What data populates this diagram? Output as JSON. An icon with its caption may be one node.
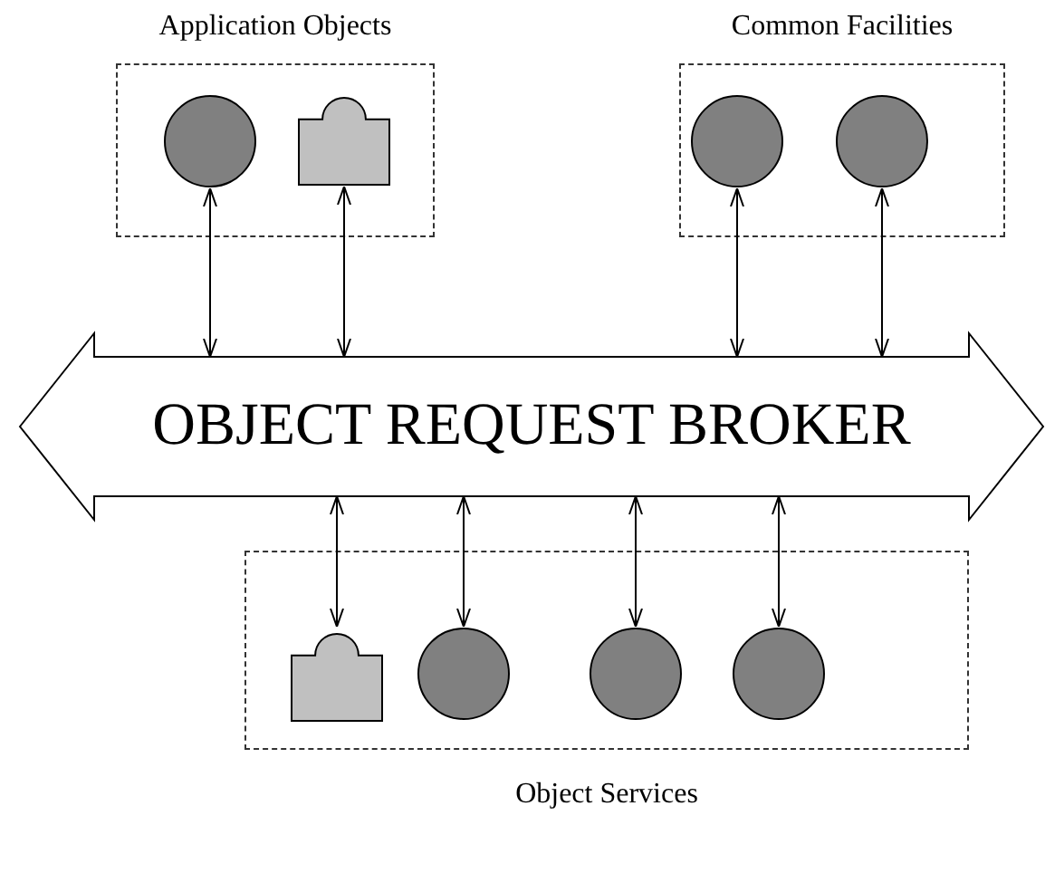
{
  "diagram": {
    "nodes": [
      {
        "text": [
          "Application Objects"
        ]
      },
      {
        "text": [],
        "shape": "circle",
        "in": 0
      },
      {
        "text": [],
        "shape": "box",
        "in": 0
      },
      {
        "text": [
          "Common Facilities"
        ]
      },
      {
        "text": [],
        "shape": "circle",
        "in": 3
      },
      {
        "text": [],
        "shape": "circle",
        "in": 3
      },
      {
        "text": [
          "OBJECT REQUEST BROKER"
        ]
      },
      {
        "text": [
          "Object Services"
        ]
      },
      {
        "text": [],
        "shape": "box",
        "in": 7
      },
      {
        "text": [],
        "shape": "circle",
        "in": 7
      },
      {
        "text": [],
        "shape": "circle",
        "in": 7
      },
      {
        "text": [],
        "shape": "circle",
        "in": 7
      }
    ],
    "edges": [
      {
        "from": 1,
        "to": 6,
        "arrow": "both"
      },
      {
        "from": 2,
        "to": 6,
        "arrow": "both"
      },
      {
        "from": 4,
        "to": 6,
        "arrow": "both"
      },
      {
        "from": 5,
        "to": 6,
        "arrow": "both"
      },
      {
        "from": 6,
        "to": 8,
        "arrow": "both"
      },
      {
        "from": 6,
        "to": 9,
        "arrow": "both"
      },
      {
        "from": 6,
        "to": 10,
        "arrow": "both"
      },
      {
        "from": 6,
        "to": 11,
        "arrow": "both"
      }
    ]
  }
}
